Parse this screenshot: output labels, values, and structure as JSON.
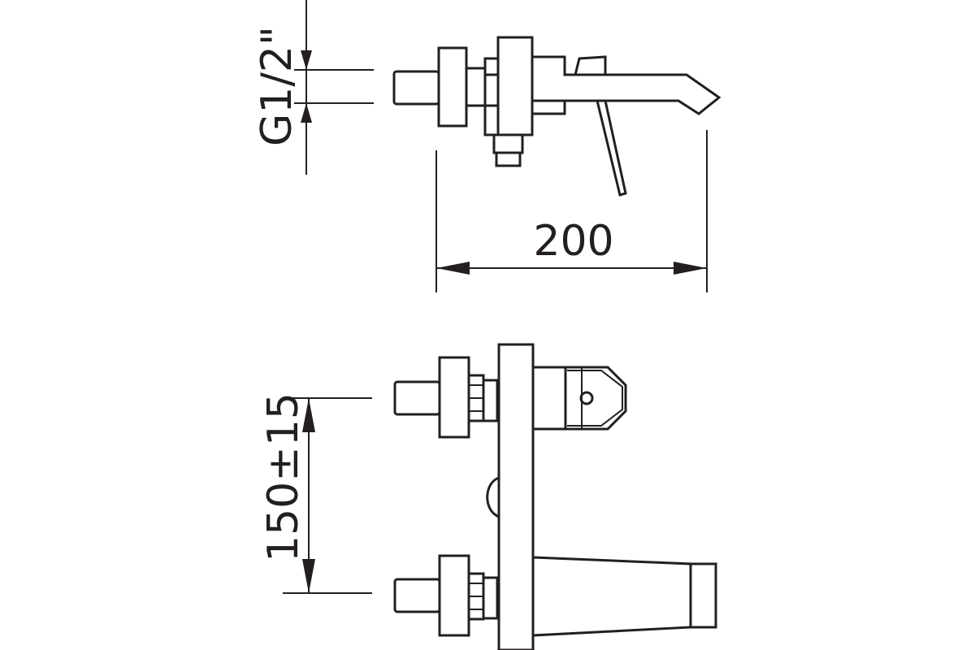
{
  "dimensions": {
    "thread_size": "G1/2\"",
    "spout_length": "200",
    "inlet_spacing": "150±15"
  },
  "colors": {
    "line": "#231f20",
    "background": "#ffffff"
  }
}
